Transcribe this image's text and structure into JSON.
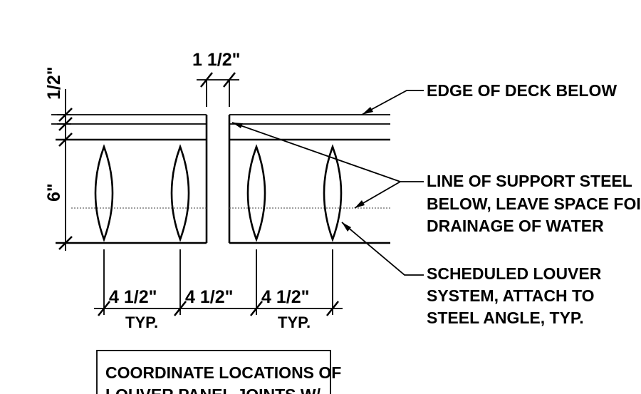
{
  "dimensions": {
    "top_gap": "1 1/2\"",
    "top_band": "1/2\"",
    "panel_depth": "6\"",
    "spacing_1": "4 1/2\"",
    "spacing_2": "4 1/2\"",
    "spacing_3": "4 1/2\"",
    "typ_left": "TYP.",
    "typ_right": "TYP."
  },
  "notes": {
    "edge_of_deck": "EDGE OF DECK BELOW",
    "support_steel": [
      "LINE OF SUPPORT STEEL",
      "BELOW, LEAVE SPACE FOI",
      "DRAINAGE OF WATER"
    ],
    "scheduled_louver": [
      "SCHEDULED LOUVER",
      "SYSTEM, ATTACH TO",
      "STEEL ANGLE, TYP."
    ]
  },
  "note_box": {
    "lines": [
      "COORDINATE LOCATIONS OF",
      "LOUVER PANEL JOINTS W/"
    ]
  },
  "colors": {
    "line": "#000000",
    "hidden_line": "#666666",
    "background": "#ffffff"
  }
}
